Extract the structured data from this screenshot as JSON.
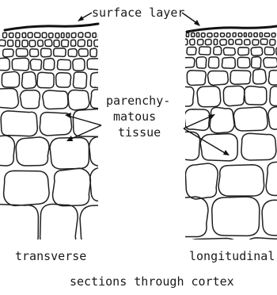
{
  "labels": {
    "surface": "surface layer",
    "tissue_line1": "parenchy-",
    "tissue_line2": "matous",
    "tissue_line3": "tissue",
    "left_section": "transverse",
    "right_section": "longitudinal",
    "caption": "sections through cortex"
  }
}
